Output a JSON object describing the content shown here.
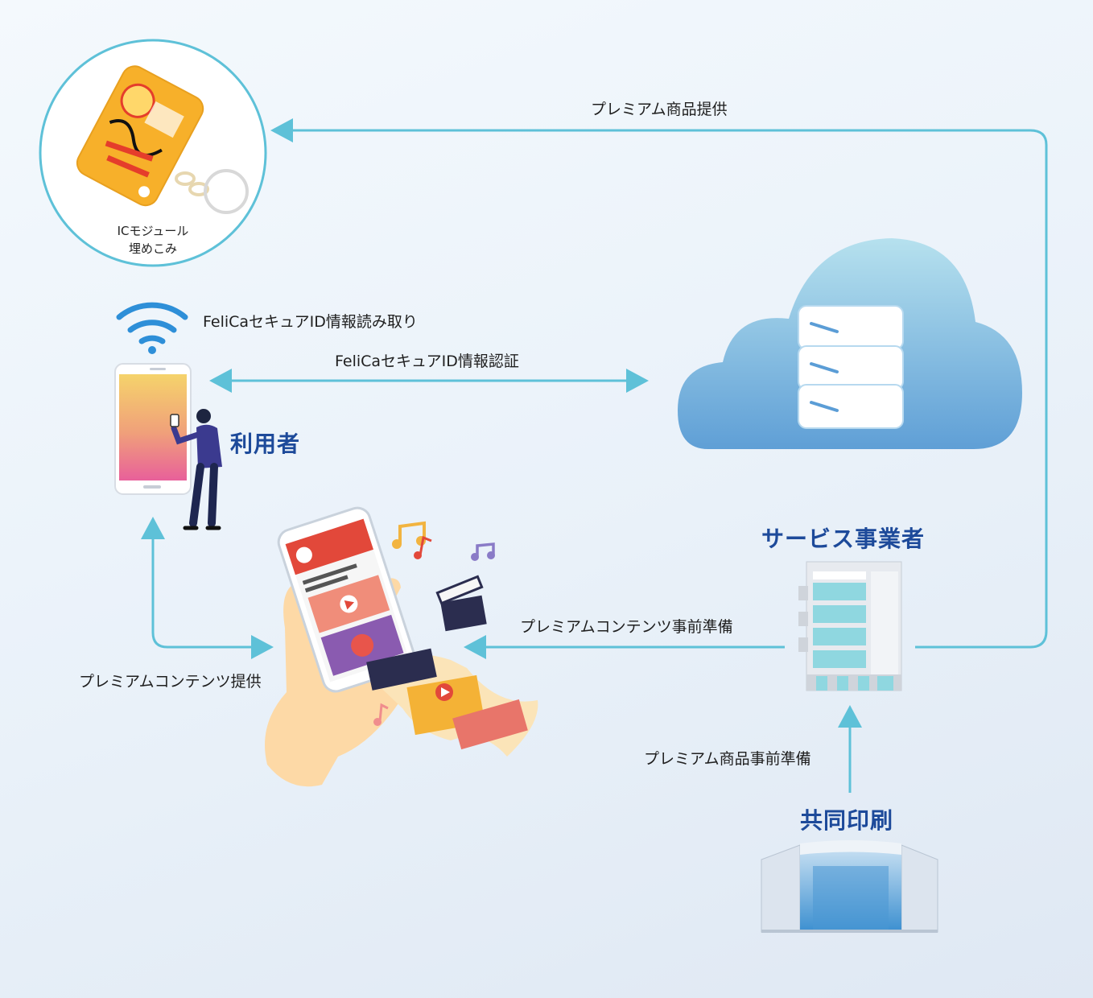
{
  "keychain": {
    "caption_line1": "ICモジュール",
    "caption_line2": "埋めこみ"
  },
  "flows": {
    "premium_goods_supply": "プレミアム商品提供",
    "felica_read": "FeliCaセキュアID情報読み取り",
    "felica_auth": "FeliCaセキュアID情報認証",
    "content_preparation": "プレミアムコンテンツ事前準備",
    "content_supply": "プレミアムコンテンツ提供",
    "goods_preparation": "プレミアム商品事前準備"
  },
  "actors": {
    "user": "利用者",
    "service_provider": "サービス事業者",
    "printer": "共同印刷"
  },
  "icons": [
    "wifi-icon",
    "smartphone-icon",
    "person-icon",
    "cloud-server-icon",
    "office-building-icon",
    "printer-headquarters-icon",
    "music-note-icon",
    "clapperboard-icon"
  ],
  "colors": {
    "arrow": "#5ec1d8",
    "role_text": "#1d4a9a",
    "circle_border": "#5ec1d8"
  }
}
